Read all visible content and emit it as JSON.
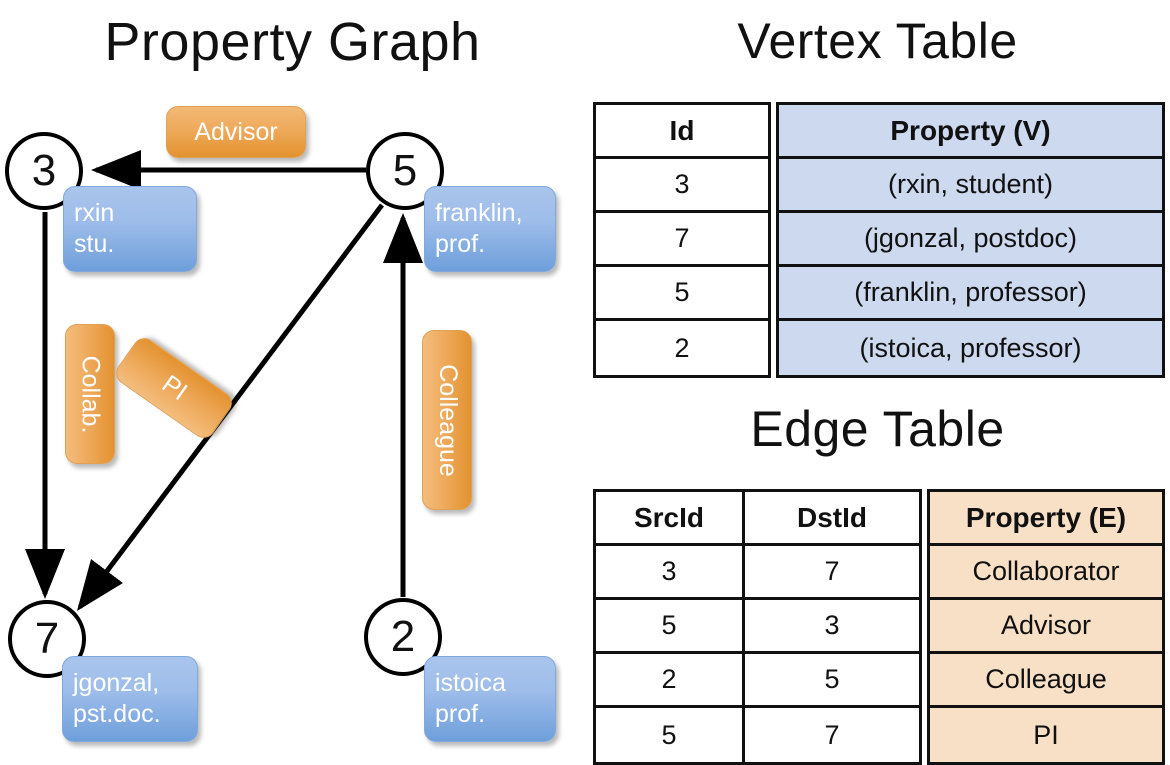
{
  "titles": {
    "property_graph": "Property Graph",
    "vertex_table": "Vertex Table",
    "edge_table": "Edge Table"
  },
  "graph": {
    "nodes": [
      {
        "id": "3",
        "label_line1": "rxin",
        "label_line2": "stu."
      },
      {
        "id": "5",
        "label_line1": "franklin,",
        "label_line2": "prof."
      },
      {
        "id": "7",
        "label_line1": "jgonzal,",
        "label_line2": "pst.doc."
      },
      {
        "id": "2",
        "label_line1": "istoica",
        "label_line2": "prof."
      }
    ],
    "edge_labels": [
      {
        "text": "Advisor"
      },
      {
        "text": "Collab."
      },
      {
        "text": "PI"
      },
      {
        "text": "Colleague"
      }
    ]
  },
  "vertex_table": {
    "headers": [
      "Id",
      "Property (V)"
    ],
    "rows": [
      [
        "3",
        "(rxin, student)"
      ],
      [
        "7",
        "(jgonzal, postdoc)"
      ],
      [
        "5",
        "(franklin, professor)"
      ],
      [
        "2",
        "(istoica, professor)"
      ]
    ]
  },
  "edge_table": {
    "headers": [
      "SrcId",
      "DstId",
      "Property (E)"
    ],
    "rows": [
      [
        "3",
        "7",
        "Collaborator"
      ],
      [
        "5",
        "3",
        "Advisor"
      ],
      [
        "2",
        "5",
        "Colleague"
      ],
      [
        "5",
        "7",
        "PI"
      ]
    ]
  },
  "colors": {
    "vertex_property_fill": "#ccd9ee",
    "edge_property_fill": "#f8e0c6",
    "node_box_blue": "#6e9fdb",
    "edge_label_orange": "#e3922f",
    "stroke": "#111111"
  }
}
